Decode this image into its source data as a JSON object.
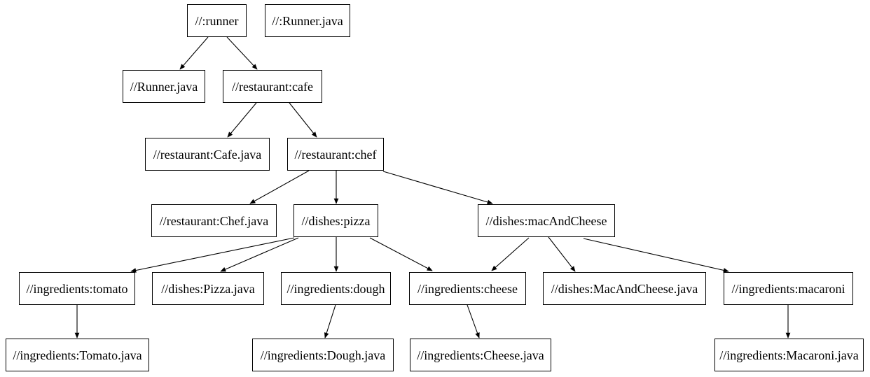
{
  "page": {
    "background_color": "#ffffff",
    "kind": "build-dependency-graph"
  },
  "graph": {
    "stroke_color": "#000000",
    "node_fill_color": "#ffffff",
    "text_color": "#000000",
    "nodes": [
      {
        "id": "runner",
        "label": "//:runner"
      },
      {
        "id": "runner-java-root",
        "label": "//:Runner.java"
      },
      {
        "id": "runner-java",
        "label": "//Runner.java"
      },
      {
        "id": "restaurant-cafe",
        "label": "//restaurant:cafe"
      },
      {
        "id": "restaurant-cafe-java",
        "label": "//restaurant:Cafe.java"
      },
      {
        "id": "restaurant-chef",
        "label": "//restaurant:chef"
      },
      {
        "id": "restaurant-chef-java",
        "label": "//restaurant:Chef.java"
      },
      {
        "id": "dishes-pizza",
        "label": "//dishes:pizza"
      },
      {
        "id": "dishes-macandcheese",
        "label": "//dishes:macAndCheese"
      },
      {
        "id": "ingredients-tomato",
        "label": "//ingredients:tomato"
      },
      {
        "id": "dishes-pizza-java",
        "label": "//dishes:Pizza.java"
      },
      {
        "id": "ingredients-dough",
        "label": "//ingredients:dough"
      },
      {
        "id": "ingredients-cheese",
        "label": "//ingredients:cheese"
      },
      {
        "id": "dishes-macandcheese-java",
        "label": "//dishes:MacAndCheese.java"
      },
      {
        "id": "ingredients-macaroni",
        "label": "//ingredients:macaroni"
      },
      {
        "id": "ingredients-tomato-java",
        "label": "//ingredients:Tomato.java"
      },
      {
        "id": "ingredients-dough-java",
        "label": "//ingredients:Dough.java"
      },
      {
        "id": "ingredients-cheese-java",
        "label": "//ingredients:Cheese.java"
      },
      {
        "id": "ingredients-macaroni-java",
        "label": "//ingredients:Macaroni.java"
      }
    ],
    "edges": [
      {
        "from": "//:runner",
        "to": "//Runner.java"
      },
      {
        "from": "//:runner",
        "to": "//restaurant:cafe"
      },
      {
        "from": "//restaurant:cafe",
        "to": "//restaurant:Cafe.java"
      },
      {
        "from": "//restaurant:cafe",
        "to": "//restaurant:chef"
      },
      {
        "from": "//restaurant:chef",
        "to": "//restaurant:Chef.java"
      },
      {
        "from": "//restaurant:chef",
        "to": "//dishes:pizza"
      },
      {
        "from": "//restaurant:chef",
        "to": "//dishes:macAndCheese"
      },
      {
        "from": "//dishes:pizza",
        "to": "//ingredients:tomato"
      },
      {
        "from": "//dishes:pizza",
        "to": "//dishes:Pizza.java"
      },
      {
        "from": "//dishes:pizza",
        "to": "//ingredients:dough"
      },
      {
        "from": "//dishes:pizza",
        "to": "//ingredients:cheese"
      },
      {
        "from": "//dishes:macAndCheese",
        "to": "//ingredients:cheese"
      },
      {
        "from": "//dishes:macAndCheese",
        "to": "//dishes:MacAndCheese.java"
      },
      {
        "from": "//dishes:macAndCheese",
        "to": "//ingredients:macaroni"
      },
      {
        "from": "//ingredients:tomato",
        "to": "//ingredients:Tomato.java"
      },
      {
        "from": "//ingredients:dough",
        "to": "//ingredients:Dough.java"
      },
      {
        "from": "//ingredients:cheese",
        "to": "//ingredients:Cheese.java"
      },
      {
        "from": "//ingredients:macaroni",
        "to": "//ingredients:Macaroni.java"
      }
    ]
  }
}
